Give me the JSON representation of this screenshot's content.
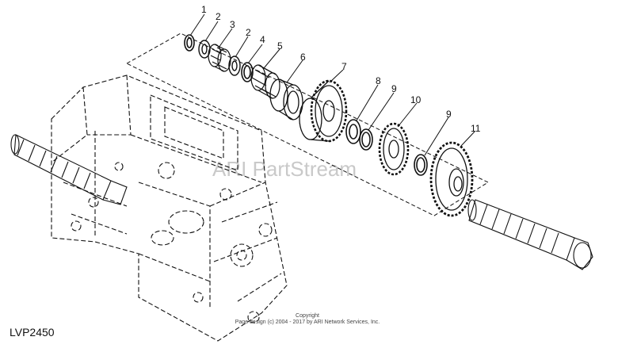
{
  "diagram": {
    "figure_id": "LVP2450",
    "watermark": "ARI PartStream",
    "copyright": {
      "line1": "Copyright",
      "line2": "Page design (c) 2004 - 2017 by ARI Network Services, Inc."
    },
    "callouts": [
      "1",
      "2",
      "3",
      "2",
      "4",
      "5",
      "6",
      "7",
      "8",
      "9",
      "10",
      "9",
      "11"
    ],
    "colors": {
      "ink": "#111111",
      "watermark": "#c9c9c9",
      "background": "#ffffff"
    }
  }
}
